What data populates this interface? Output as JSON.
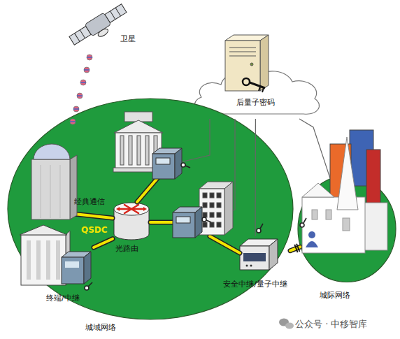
{
  "diagram": {
    "nodes": [
      {
        "text": [
          "卫星"
        ]
      },
      {
        "text": [
          "后量子密码"
        ]
      },
      {
        "text": [
          "城域网络"
        ]
      },
      {
        "text": [
          "光路由"
        ],
        "in": 2
      },
      {
        "text": [
          "终端/中继"
        ],
        "in": 2
      },
      {
        "text": [
          "安全中继/量子中继"
        ]
      },
      {
        "text": [
          "城际网络"
        ]
      }
    ],
    "edges": [
      {
        "from": 4,
        "to": 3,
        "arrow": "none"
      },
      {
        "from": 5,
        "to": 6,
        "arrow": "none"
      },
      {
        "from": 1,
        "to": 5,
        "arrow": "none"
      },
      {
        "from": 1,
        "to": 6,
        "arrow": "none"
      }
    ],
    "labels": [
      "经典通信",
      "QSDC",
      "公众号 · 中移智库"
    ]
  }
}
